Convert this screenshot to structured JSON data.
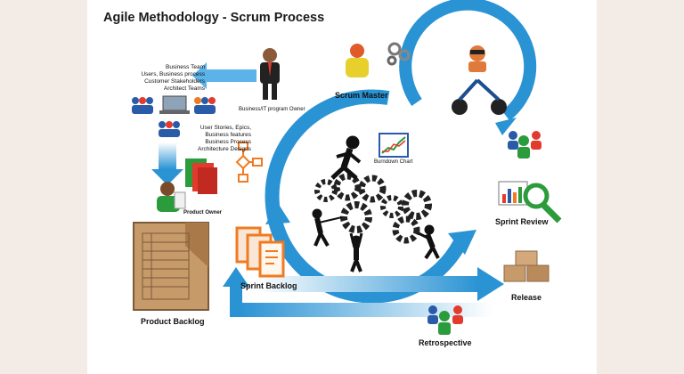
{
  "title": "Agile Methodology - Scrum Process",
  "labels": {
    "stakeholders": [
      "Business Team",
      "Users,  Business process",
      "Customer Stakeholders",
      "Architect Teams"
    ],
    "program_owner": "Business/IT program Owner",
    "scrum_master": "Scrum Master",
    "user_stories": [
      "User Stories, Epics,",
      "Business features",
      "Business Process",
      "Architecture Designs"
    ],
    "burndown_chart": "Burndown Chart",
    "product_owner": "Product Owner",
    "sprint_review": "Sprint Review",
    "sprint_backlog": "Sprint  Backlog",
    "release": "Release",
    "product_backlog": "Product Backlog",
    "retrospective": "Retrospective"
  },
  "colors": {
    "cycle_blue": "#2a93d4",
    "light_blue": "#5bb3ea",
    "orange": "#f07b22",
    "red": "#e23b2e",
    "green": "#2b9b3c",
    "navy": "#1d4e8f",
    "box": "#c79a6a"
  }
}
